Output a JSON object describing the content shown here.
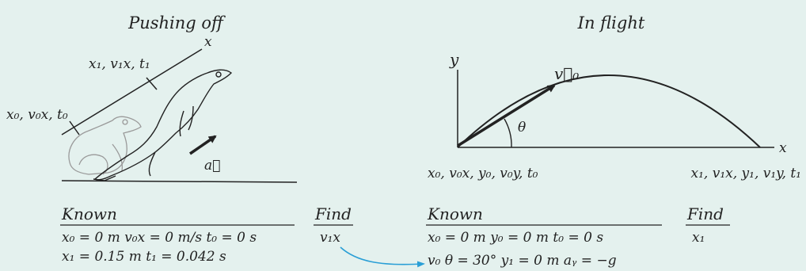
{
  "left_panel": {
    "title": "Pushing off",
    "axis_x": "x",
    "label_point0": "x₀, v₀x, t₀",
    "label_point1": "x₁, v₁x, t₁",
    "accel_label": "a⃗"
  },
  "right_panel": {
    "title": "In flight",
    "axis_y": "y",
    "axis_x": "x",
    "velocity_label": "v⃗₀",
    "angle_label": "θ",
    "start_label": "x₀, v₀x, y₀, v₀y, t₀",
    "end_label": "x₁, v₁x, y₁, v₁y, t₁"
  },
  "tables": [
    {
      "known_header": "Known",
      "known_lines": [
        "x₀ = 0 m   v₀x = 0 m/s   t₀ = 0 s",
        "x₁ = 0.15 m   t₁ = 0.042 s"
      ],
      "find_header": "Find",
      "find_value": "v₁x"
    },
    {
      "known_header": "Known",
      "known_lines": [
        "x₀ = 0 m   y₀ = 0 m   t₀ = 0 s",
        "v₀   θ = 30°   y₁ = 0 m   aᵧ = −g"
      ],
      "find_header": "Find",
      "find_value": "x₁"
    }
  ],
  "colors": {
    "background": "#e4f1ee",
    "ink": "#222222",
    "frog_ghost": "#9a9a9a",
    "link_arrow": "#2a9fd6"
  }
}
